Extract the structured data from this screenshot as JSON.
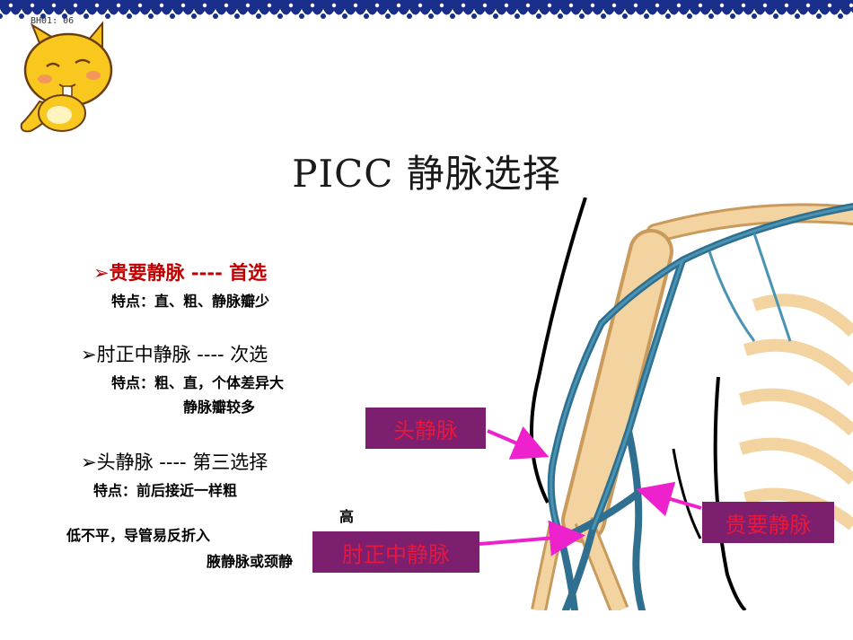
{
  "badge_text": "BH01: 06",
  "title": "PICC 静脉选择",
  "items": {
    "basilic": {
      "marker": "➢",
      "name": "贵要静脉",
      "rank": "---- 首选",
      "feature": "特点：直、粗、静脉瓣少"
    },
    "median_cubital": {
      "marker": "➢",
      "name": "肘正中静脉",
      "rank": "---- 次选",
      "feature": "特点：粗、直，个体差异大",
      "feature_cont": "静脉瓣较多"
    },
    "cephalic": {
      "marker": "➢",
      "name": "头静脉",
      "rank": "---- 第三选择",
      "feature": "特点：前后接近一样粗",
      "fragment_high": "高",
      "fragment_low": "低不平，导管易反折入",
      "fragment_axillary": "腋静脉或颈静"
    }
  },
  "labels": {
    "cephalic": "头静脉",
    "basilic": "贵要静脉",
    "median_cubital": "肘正中静脉"
  },
  "colors": {
    "accent_red": "#c00000",
    "label_bg": "#7b1f6e",
    "label_text": "#e8183c",
    "arrow": "#ee22cc",
    "vein": "#2f6f8f",
    "bone": "#f3d3a0",
    "border_blue": "#1a2f8a"
  }
}
